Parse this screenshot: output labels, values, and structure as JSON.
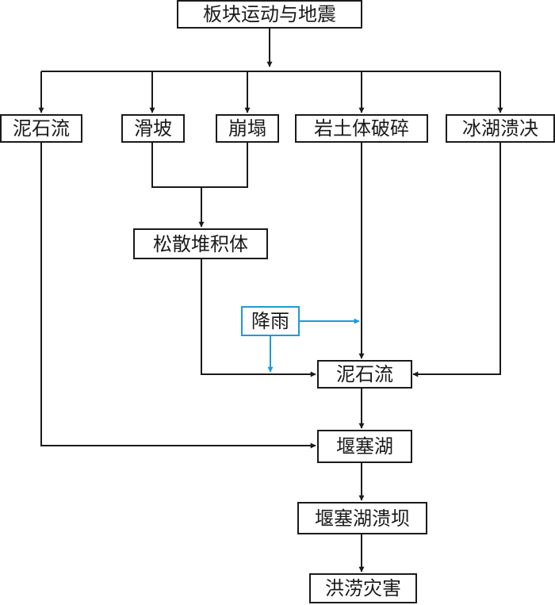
{
  "nodes": {
    "root": "板块运动与地震",
    "debris_flow_top": "泥石流",
    "landslide": "滑坡",
    "collapse": "崩塌",
    "rock_soil_fragmentation": "岩土体破碎",
    "glacial_lake_outburst": "冰湖溃决",
    "loose_deposit": "松散堆积体",
    "rainfall": "降雨",
    "debris_flow_mid": "泥石流",
    "barrier_lake": "堰塞湖",
    "barrier_lake_breach": "堰塞湖溃坝",
    "flood_disaster": "洪涝灾害"
  },
  "colors": {
    "line": "#1a1a1a",
    "rain": "#1e9ad6"
  }
}
